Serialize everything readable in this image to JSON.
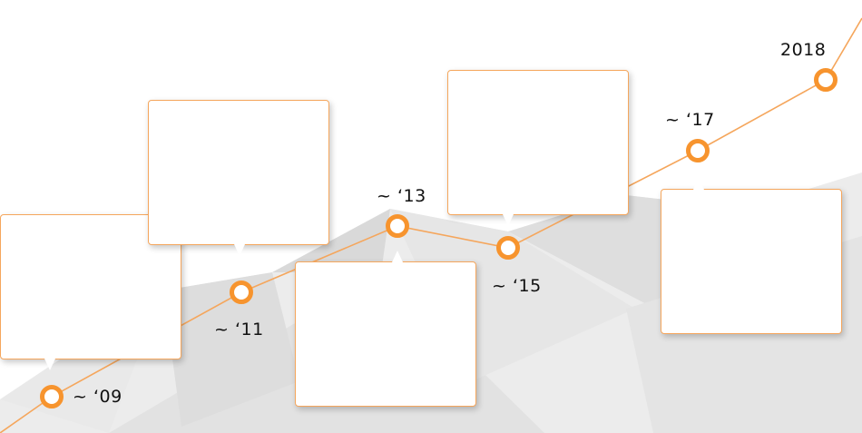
{
  "accent_color": "#f7942e",
  "line_color": "#f5a65c",
  "milestones": [
    {
      "label": "~ ‘09"
    },
    {
      "label": "~ ‘11"
    },
    {
      "label": "~ ‘13"
    },
    {
      "label": "~ ‘15"
    },
    {
      "label": "~ ‘17"
    },
    {
      "label": "2018"
    }
  ]
}
